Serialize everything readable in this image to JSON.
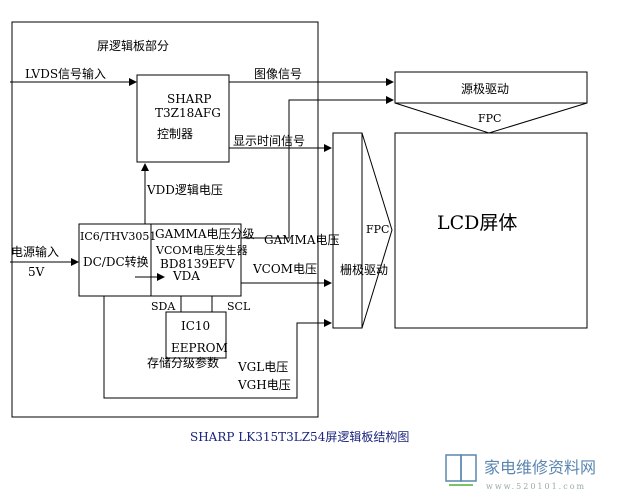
{
  "board": {
    "label": "屏逻辑板部分"
  },
  "inputs": {
    "lvds": "LVDS信号输入",
    "power": "电源输入",
    "power_v": "5V"
  },
  "controller": {
    "line1": "SHARP",
    "line2": "T3Z18AFG",
    "line3": "控制器"
  },
  "signals": {
    "image": "图像信号",
    "timing": "显示时间信号",
    "vdd": "VDD逻辑电压",
    "gamma": "GAMMA电压",
    "vcom": "VCOM电压",
    "vgl": "VGL电压",
    "vgh": "VGH电压",
    "vda": "VDA",
    "sda": "SDA",
    "scl": "SCL"
  },
  "dcdc": {
    "line1": "IC6/THV3051",
    "line2": "DC/DC转换"
  },
  "gamma_ic": {
    "line1": "GAMMA电压分级",
    "line2": "VCOM电压发生器",
    "line3": "BD8139EFV"
  },
  "eeprom": {
    "line1": "IC10",
    "line2": "EEPROM",
    "note": "存储分级参数"
  },
  "source_driver": {
    "label": "源极驱动",
    "fpc": "FPC"
  },
  "gate_driver": {
    "label": "栅极驱动",
    "fpc": "FPC"
  },
  "lcd": {
    "label": "LCD屏体"
  },
  "caption": "SHARP LK315T3LZ54屏逻辑板结构图",
  "logo": {
    "name": "家电维修资料网",
    "url": "www.520101.com"
  },
  "colors": {
    "caption": "#1a237e",
    "logo": "#5b86b0"
  }
}
